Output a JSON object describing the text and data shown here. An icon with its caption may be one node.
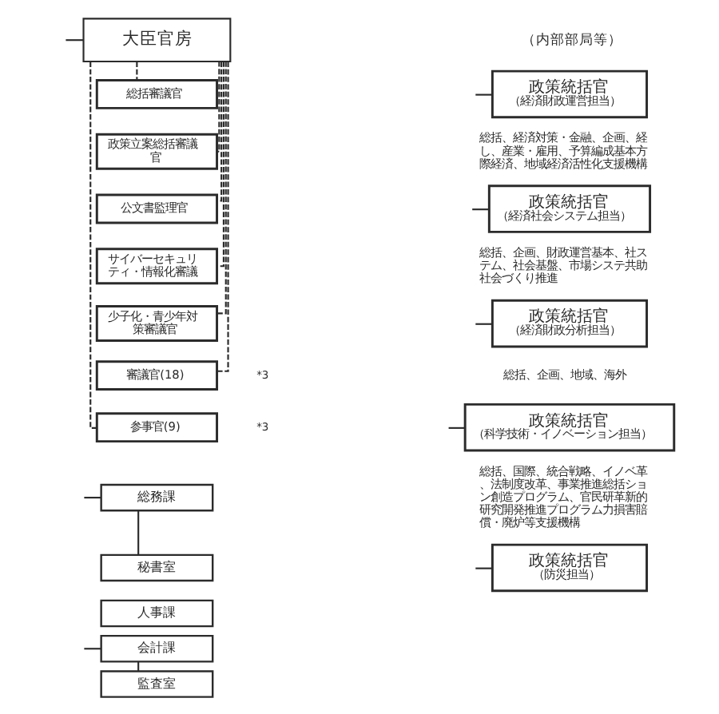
{
  "diagram": {
    "nodes": [
      {
        "text": [
          "大臣官房"
        ]
      },
      {
        "text": [
          "総括審議官"
        ]
      },
      {
        "text": [
          "政策立案総括審議官"
        ]
      },
      {
        "text": [
          "公文書監理官"
        ]
      },
      {
        "text": [
          "サイバーセキュリティ・情報化審議"
        ]
      },
      {
        "text": [
          "少子化・青少年対策審議官"
        ]
      },
      {
        "text": [
          "審議官(18)"
        ],
        "beside": [
          "*3"
        ]
      },
      {
        "text": [
          "参事官(9)"
        ],
        "beside": [
          "*3"
        ]
      },
      {
        "text": [
          "総務課"
        ]
      },
      {
        "text": [
          "秘書室"
        ]
      },
      {
        "text": [
          "人事課"
        ]
      },
      {
        "text": [
          "会計課"
        ]
      },
      {
        "text": [
          "監査室"
        ]
      },
      {
        "text": [
          "政策統括官",
          "（経済財政運営担当）"
        ],
        "beside": [
          "総括、経済対策・金融、企画、経し、産業・雇用、予算編成基本方際経済、地域経済活性化支援機構"
        ]
      },
      {
        "text": [
          "政策統括官",
          "（経済社会システム担当）"
        ],
        "beside": [
          "総括、企画、財政運営基本、社ステム、社会基盤、市場システ共助社会づくり推進"
        ]
      },
      {
        "text": [
          "政策統括官",
          "（経済財政分析担当）"
        ],
        "beside": [
          "総括、企画、地域、海外"
        ]
      },
      {
        "text": [
          "政策統括官",
          "（科学技術・イノベーション担当）"
        ],
        "beside": [
          "総括、国際、統合戦略、イノベ革、法制度改革、事業推進総括ション創造プログラム、官民研革新的研究開発推進プログラム力損害賠償・廃炉等支援機構"
        ]
      },
      {
        "text": [
          "政策統括官",
          "（防災担当）"
        ]
      }
    ],
    "edges": [
      {
        "from": null,
        "to": 0,
        "arrow": "none"
      },
      {
        "from": 0,
        "to": 1,
        "arrow": "none",
        "style": "dashed"
      },
      {
        "from": 0,
        "to": 2,
        "arrow": "none",
        "style": "dashed"
      },
      {
        "from": 0,
        "to": 3,
        "arrow": "none",
        "style": "dashed"
      },
      {
        "from": 0,
        "to": 4,
        "arrow": "none",
        "style": "dashed"
      },
      {
        "from": 0,
        "to": 5,
        "arrow": "none",
        "style": "dashed"
      },
      {
        "from": 0,
        "to": 6,
        "arrow": "none",
        "style": "dashed"
      },
      {
        "from": 0,
        "to": 7,
        "arrow": "none",
        "style": "dashed"
      },
      {
        "from": null,
        "to": 8,
        "arrow": "none"
      },
      {
        "from": 8,
        "to": 9,
        "arrow": "none"
      },
      {
        "from": null,
        "to": 11,
        "arrow": "none"
      },
      {
        "from": 11,
        "to": 12,
        "arrow": "none"
      },
      {
        "from": null,
        "to": 13,
        "arrow": "none"
      },
      {
        "from": null,
        "to": 14,
        "arrow": "none"
      },
      {
        "from": null,
        "to": 15,
        "arrow": "none"
      },
      {
        "from": null,
        "to": 16,
        "arrow": "none"
      },
      {
        "from": null,
        "to": 17,
        "arrow": "none"
      }
    ],
    "labels": [
      "（内部部局等）"
    ]
  }
}
